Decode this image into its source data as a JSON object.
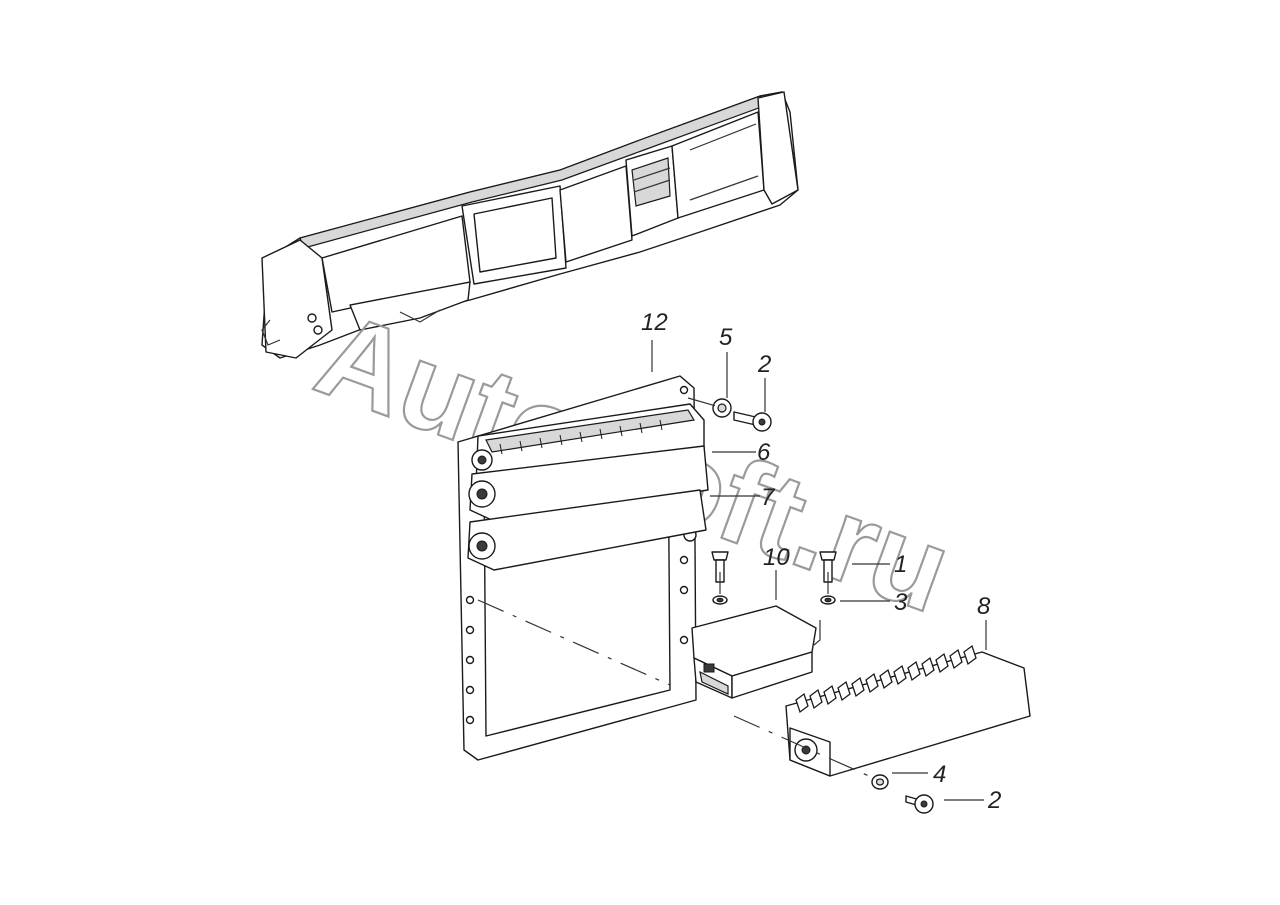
{
  "watermark": "AutoSoft.ru",
  "callouts": {
    "c12": "12",
    "c5": "5",
    "c2a": "2",
    "c6": "6",
    "c7": "7",
    "c10": "10",
    "c1": "1",
    "c3": "3",
    "c8": "8",
    "c4": "4",
    "c2b": "2"
  }
}
